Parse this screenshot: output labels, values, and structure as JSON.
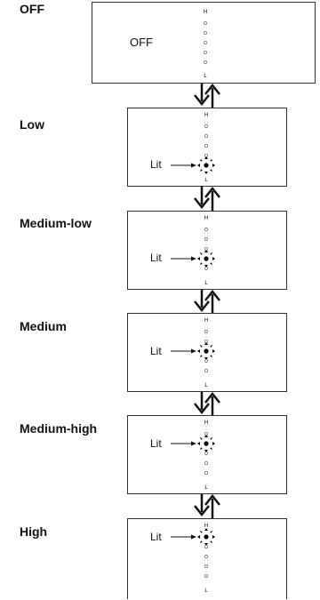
{
  "states": [
    {
      "label": "OFF",
      "display": "OFF"
    },
    {
      "label": "Low",
      "indicator": "Lit",
      "level": 1
    },
    {
      "label": "Medium-low",
      "indicator": "Lit",
      "level": 2
    },
    {
      "label": "Medium",
      "indicator": "Lit",
      "level": 3
    },
    {
      "label": "Medium-high",
      "indicator": "Lit",
      "level": 4
    },
    {
      "label": "High",
      "indicator": "Lit",
      "level": 5
    }
  ],
  "scale": {
    "top": "H",
    "bottom": "L"
  },
  "colors": {
    "line": "#333333",
    "arrow": "#111111",
    "dot": "#777777",
    "lit": "#000000"
  }
}
